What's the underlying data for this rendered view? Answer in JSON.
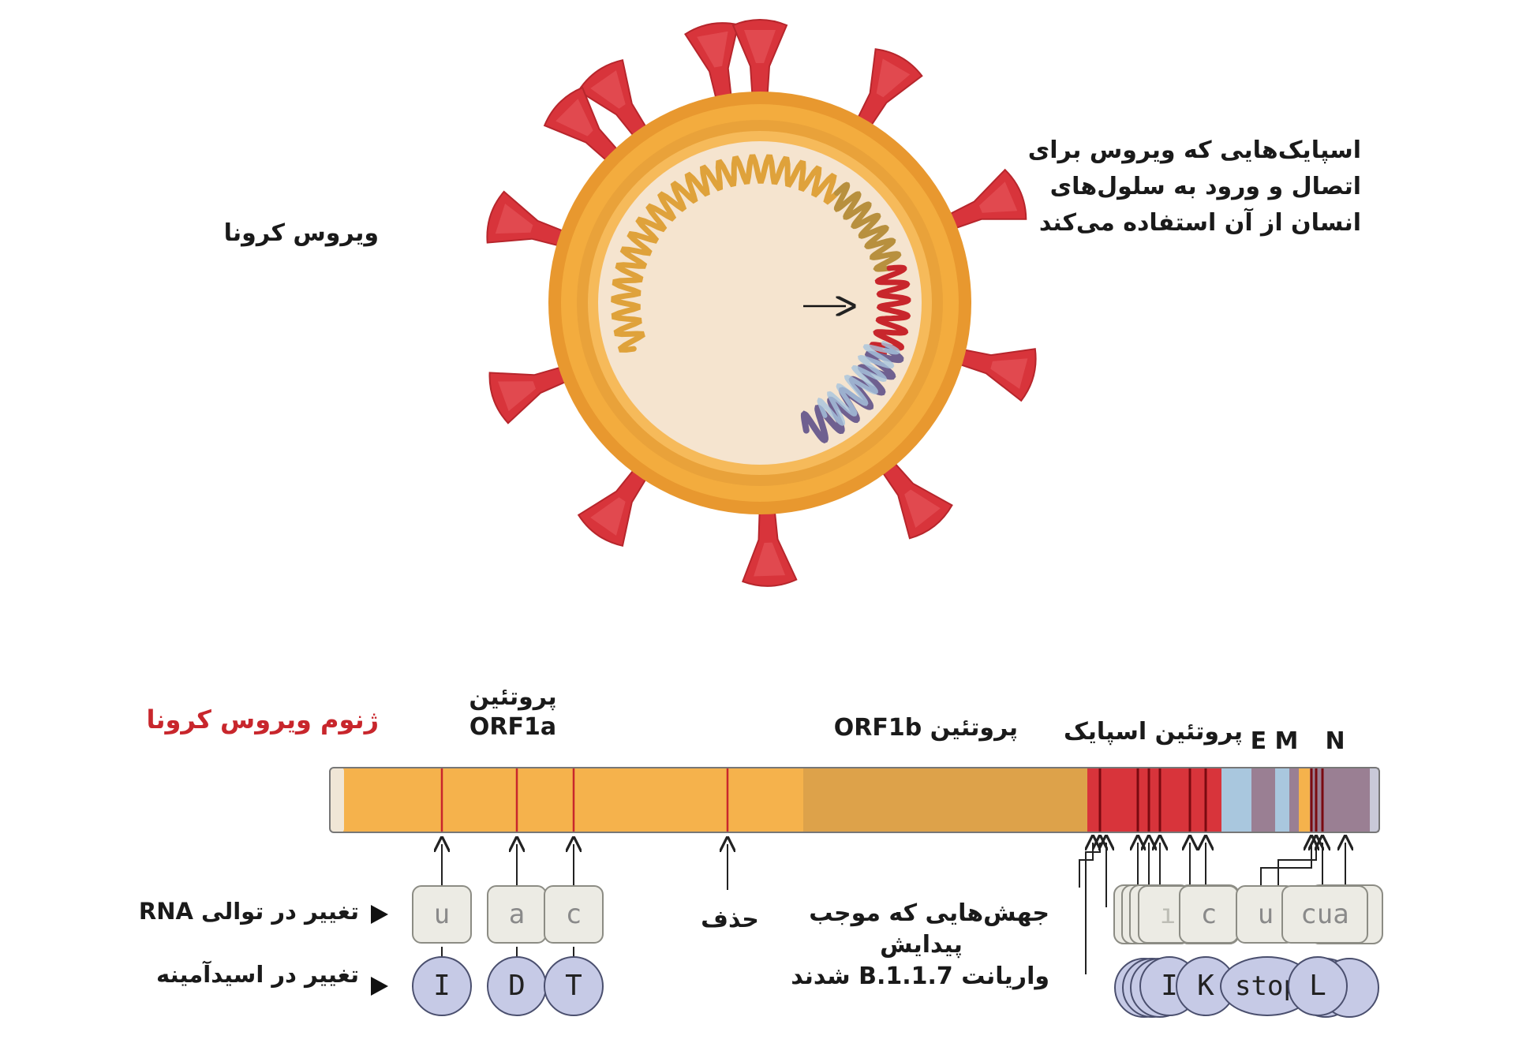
{
  "virus_label": "ویروس کرونا",
  "spike_note": [
    "اسپایک‌هایی که ویروس برای",
    "اتصال و ورود به سلول‌های",
    "انسان از آن استفاده می‌کند"
  ],
  "genome_title": "ژنوم ویروس کرونا",
  "orf1a_label": [
    "پروتئین",
    "ORF1a"
  ],
  "orf1b_label": "پروتئین ORF1b",
  "spike_label": "پروتئین اسپایک",
  "em_label": "E M",
  "n_label": "N",
  "rna_change_label": "تغییر در توالی RNA",
  "aa_change_label": "تغییر در اسیدآمینه",
  "deletion_label": "حذف",
  "mutations_note": [
    "جهش‌هایی که موجب",
    "پیدایش",
    "واریانت B.1.1.7 شدند"
  ],
  "left_mutations": [
    {
      "nuc": "u",
      "aa": "I"
    },
    {
      "nuc": "a",
      "aa": "D"
    },
    {
      "nuc": "c",
      "aa": "T"
    }
  ],
  "right_nuc": [
    "u",
    "c",
    "u",
    "cua"
  ],
  "right_aa": [
    "I",
    "K",
    "stop",
    "L"
  ],
  "colors": {
    "orf1a": "#f5b24c",
    "orf1b": "#dda24a",
    "spike": "#d8343b",
    "em": "#a9c7de",
    "n": "#9a7f93",
    "virus_shell": "#f0a53a",
    "virus_inner": "#f5e4cf",
    "spike_fill": "#d8343b",
    "title_red": "#c8262c"
  },
  "icons": [
    "virus-illustration",
    "arrow-up-icon",
    "triangle-right-icon"
  ]
}
